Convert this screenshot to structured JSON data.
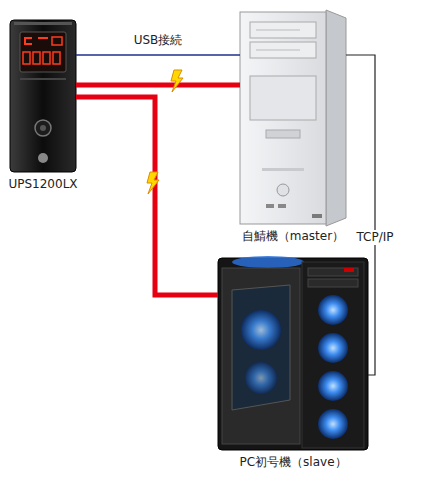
{
  "diagram": {
    "nodes": [
      {
        "text": [
          "UPS1200LX"
        ]
      },
      {
        "text": [
          "自鯖機（master）"
        ]
      },
      {
        "text": [
          "PC初号機（slave）"
        ]
      }
    ],
    "edges": [
      {
        "from": 0,
        "to": 1,
        "arrow": "none",
        "label": "USB接続"
      },
      {
        "from": 0,
        "to": 1,
        "arrow": "none"
      },
      {
        "from": 0,
        "to": 2,
        "arrow": "none"
      },
      {
        "from": 1,
        "to": 2,
        "arrow": "none",
        "label": "TCP/IP"
      }
    ]
  }
}
